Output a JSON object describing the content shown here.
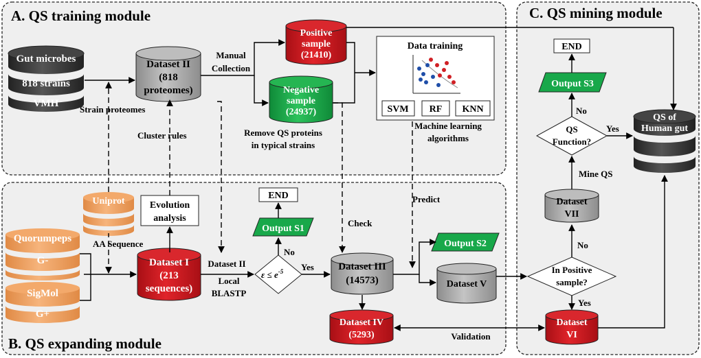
{
  "modules": {
    "training": "A.  QS training module",
    "expanding": "B.  QS expanding module",
    "mining": "C.  QS mining module"
  },
  "gut_microbes": {
    "title": "Gut microbes",
    "strains": "818 strains",
    "source": "VMH"
  },
  "dataset2": {
    "line1": "Dataset II",
    "line2": "(818",
    "line3": "proteomes)"
  },
  "manual_collection": {
    "line1": "Manual",
    "line2": "Collection"
  },
  "positive": {
    "line1": "Positive",
    "line2": "sample",
    "line3": "(21410)"
  },
  "negative": {
    "line1": "Negative",
    "line2": "sample",
    "line3": "(24937)"
  },
  "remove_note": {
    "line1": "Remove QS proteins",
    "line2": "in typical strains"
  },
  "data_training": {
    "title": "Data training",
    "svm": "SVM",
    "rf": "RF",
    "knn": "KNN"
  },
  "ml_caption": {
    "line1": "Machine learning",
    "line2": "algorithms"
  },
  "strain_proteomes": "Strain proteomes",
  "cluster_rules": "Cluster rules",
  "uniprot": "Uniprot",
  "evolution": {
    "line1": "Evolution",
    "line2": "analysis"
  },
  "aa_sequence": "AA Sequence",
  "quorumpeps": {
    "title": "Quorumpeps",
    "type": "G-"
  },
  "sigmol": {
    "title": "SigMol",
    "type": "G+"
  },
  "dataset1": {
    "line1": "Dataset I",
    "line2": "(213",
    "line3": "sequences)"
  },
  "dataset2_label": "Dataset II",
  "local_blastp": {
    "line1": "Local",
    "line2": "BLASTP"
  },
  "end1": "END",
  "output_s1": "Output S1",
  "no1": "No",
  "decision1": {
    "lhs": "ε ≤ e",
    "exp": "-5"
  },
  "yes1": "Yes",
  "check": "Check",
  "predict": "Predict",
  "dataset3": {
    "line1": "Dataset III",
    "line2": "(14573)"
  },
  "output_s2": "Output S2",
  "dataset5": "Dataset V",
  "dataset4": {
    "line1": "Dataset IV",
    "line2": "(5293)"
  },
  "validation": "Validation",
  "end3": "END",
  "output_s3": "Output S3",
  "no3": "No",
  "qs_function": {
    "line1": "QS",
    "line2": "Function?"
  },
  "yes3": "Yes",
  "mine_qs": "Mine QS",
  "dataset7": {
    "line1": "Dataset",
    "line2": "VII"
  },
  "no2": "No",
  "positive_decision": {
    "line1": "In Positive",
    "line2": "sample?"
  },
  "yes2": "Yes",
  "dataset6": {
    "line1": "Dataset",
    "line2": "VI"
  },
  "qs_human": {
    "line1": "QS of",
    "line2": "Human gut"
  },
  "colors": {
    "red": "#c8141b",
    "green": "#18a84a",
    "gray": "#a8a8a8",
    "orange": "#f0a060",
    "dark": "#3a3a3a",
    "panel": "#efefef"
  }
}
